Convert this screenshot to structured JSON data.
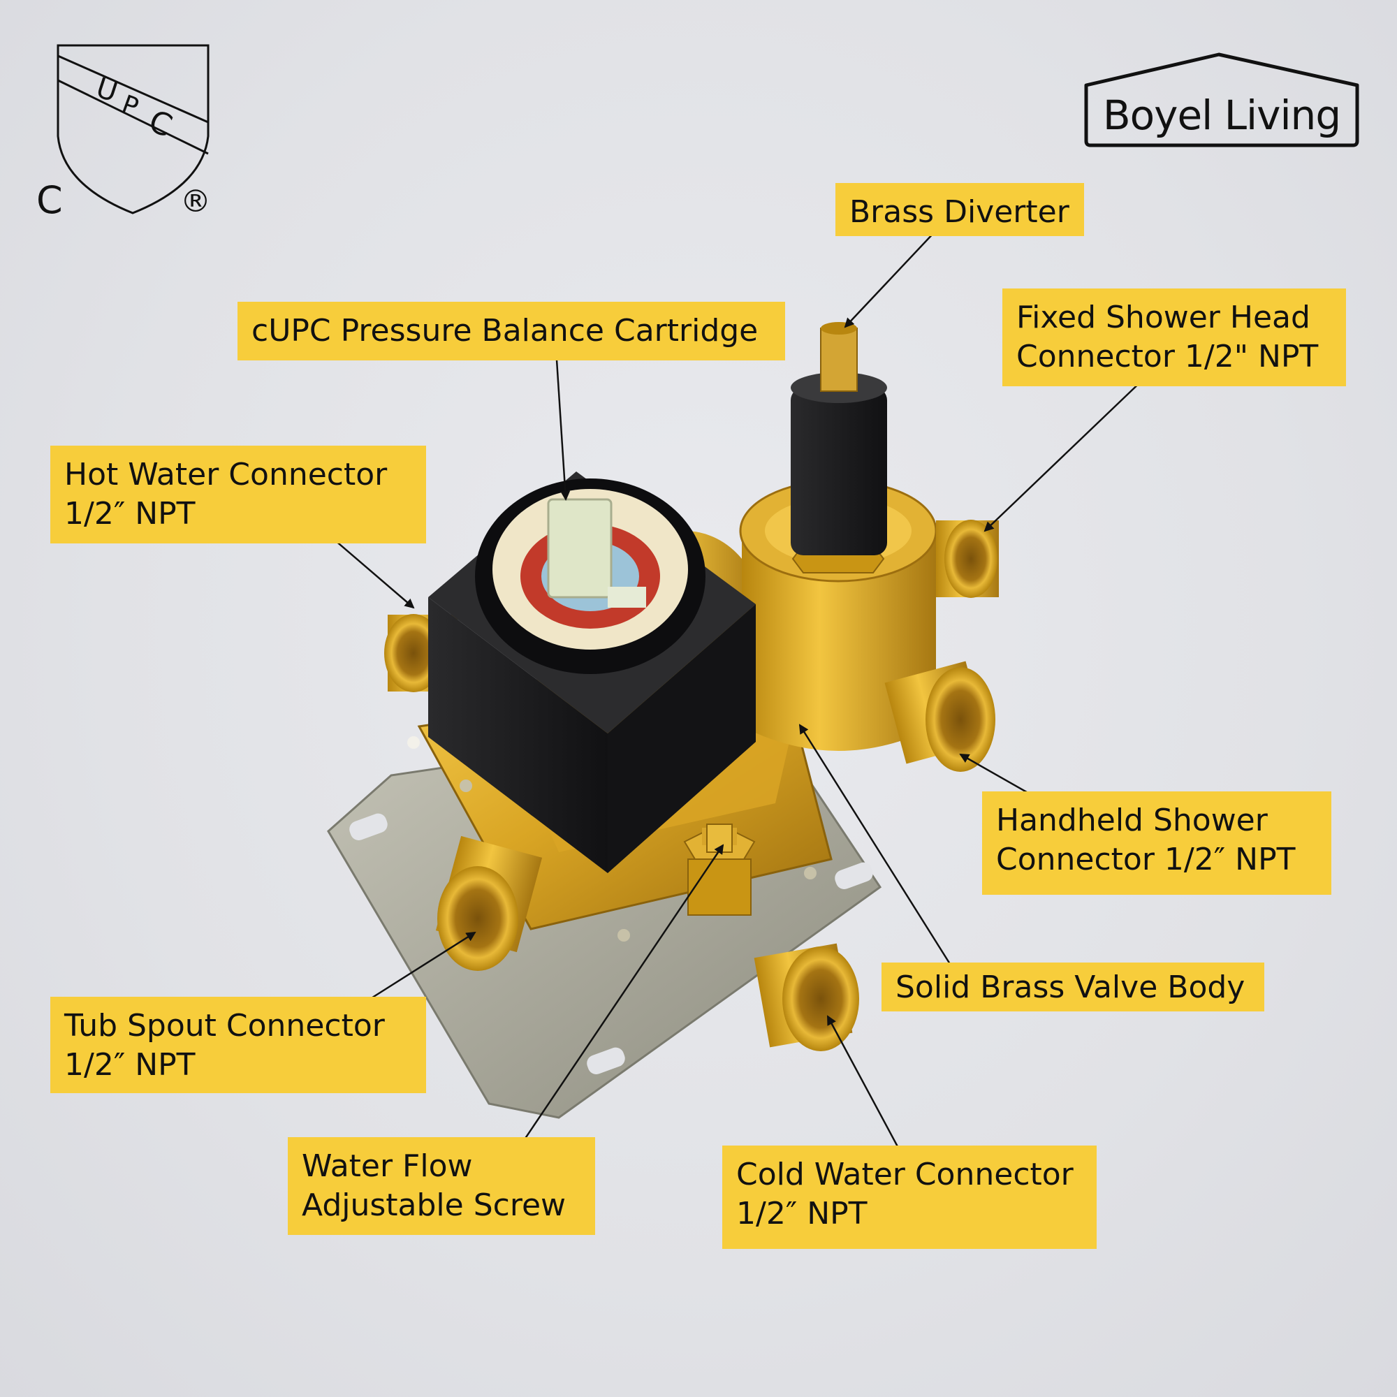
{
  "certification": {
    "mark_letters": [
      "U",
      "P",
      "C"
    ],
    "prefix": "C",
    "registered": "®"
  },
  "brand": {
    "name": "Boyel Living"
  },
  "callouts": {
    "brass_diverter": {
      "lines": [
        "Brass Diverter"
      ]
    },
    "pressure_cartridge": {
      "lines": [
        "cUPC Pressure Balance Cartridge"
      ]
    },
    "fixed_shower_head": {
      "lines": [
        "Fixed Shower Head",
        "Connector 1/2\" NPT"
      ]
    },
    "hot_water": {
      "lines": [
        "Hot Water Connector",
        "1/2″ NPT"
      ]
    },
    "handheld_shower": {
      "lines": [
        "Handheld Shower",
        "Connector 1/2″ NPT"
      ]
    },
    "valve_body": {
      "lines": [
        "Solid Brass Valve Body"
      ]
    },
    "tub_spout": {
      "lines": [
        "Tub Spout Connector",
        "1/2″ NPT"
      ]
    },
    "flow_screw": {
      "lines": [
        "Water Flow",
        "Adjustable Screw"
      ]
    },
    "cold_water": {
      "lines": [
        "Cold Water Connector",
        "1/2″ NPT"
      ]
    }
  },
  "colors": {
    "callout_bg": "#f7cd3b",
    "brass": "#d9a524",
    "trim_black": "#1b1b1d",
    "plate": "#a9a99c"
  }
}
